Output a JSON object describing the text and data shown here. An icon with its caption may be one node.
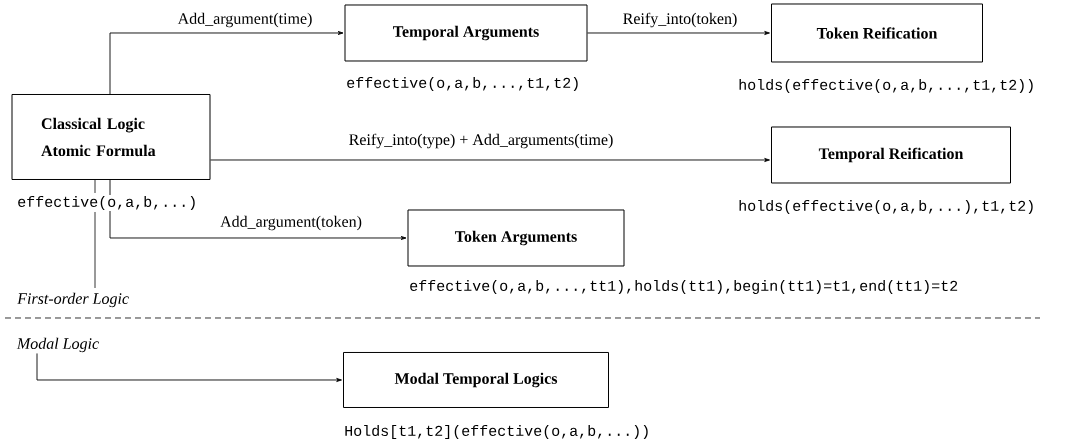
{
  "diagram": {
    "nodes": [
      {
        "text": [
          "Classical Logic Atomic Formula"
        ],
        "beside": [
          "effective(o,a,b,...)"
        ]
      },
      {
        "text": [
          "Temporal Arguments"
        ],
        "beside": [
          "effective(o,a,b,...,t1,t2)"
        ]
      },
      {
        "text": [
          "Token Reification"
        ],
        "beside": [
          "holds(effective(o,a,b,...,t1,t2))"
        ]
      },
      {
        "text": [
          "Temporal Reification"
        ],
        "beside": [
          "holds(effective(o,a,b,...),t1,t2)"
        ]
      },
      {
        "text": [
          "Token Arguments"
        ],
        "beside": [
          "effective(o,a,b,...,tt1),holds(tt1),begin(tt1)=t1,end(tt1)=t2"
        ]
      },
      {
        "text": [
          "Modal Logic"
        ]
      },
      {
        "text": [
          "Modal Temporal Logics"
        ],
        "beside": [
          "Holds[t1,t2](effective(o,a,b,...))"
        ]
      }
    ],
    "edges": [
      {
        "from": 0,
        "to": 1,
        "arrow": "to",
        "label": "Add_argument(time)"
      },
      {
        "from": 1,
        "to": 2,
        "arrow": "to",
        "label": "Reify_into(token)"
      },
      {
        "from": 0,
        "to": 3,
        "arrow": "to",
        "label": "Reify_into(type) + Add_arguments(time)"
      },
      {
        "from": 0,
        "to": 4,
        "arrow": "to",
        "label": "Add_argument(token)"
      },
      {
        "from": 5,
        "to": 6,
        "arrow": "to"
      }
    ],
    "labels": [
      "First-order Logic"
    ]
  }
}
